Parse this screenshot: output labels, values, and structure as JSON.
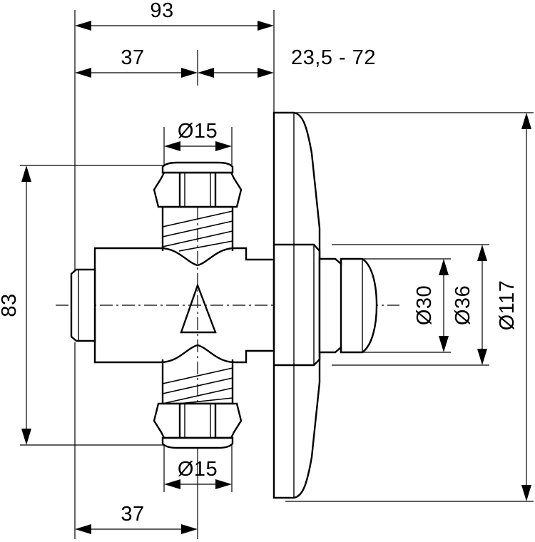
{
  "drawing": {
    "title": "Thermostatic concealed valve cross-section dimension drawing",
    "units": "mm",
    "line_color": "#000000",
    "background_color": "#ffffff"
  },
  "dimensions": {
    "overall_depth": "93",
    "body_depth": "37",
    "adjust_range": "23,5 - 72",
    "inlet_top": "Ø15",
    "inlet_bottom": "Ø15",
    "body_height": "83",
    "knob_dia": "Ø30",
    "spindle_dia": "Ø36",
    "plate_dia": "Ø117",
    "body_depth_bottom": "37"
  },
  "labels": {
    "diameter_symbol": "Ø"
  },
  "parts": {
    "escutcheon_plate": "escutcheon-plate",
    "control_knob": "control-knob",
    "valve_body": "valve-body",
    "top_union_nut": "top-union-nut",
    "bottom_union_nut": "bottom-union-nut",
    "top_thread": "top-threaded-inlet",
    "bottom_thread": "bottom-threaded-inlet",
    "left_end_cap": "left-end-cap",
    "flow_marker": "flow-direction-triangle"
  }
}
